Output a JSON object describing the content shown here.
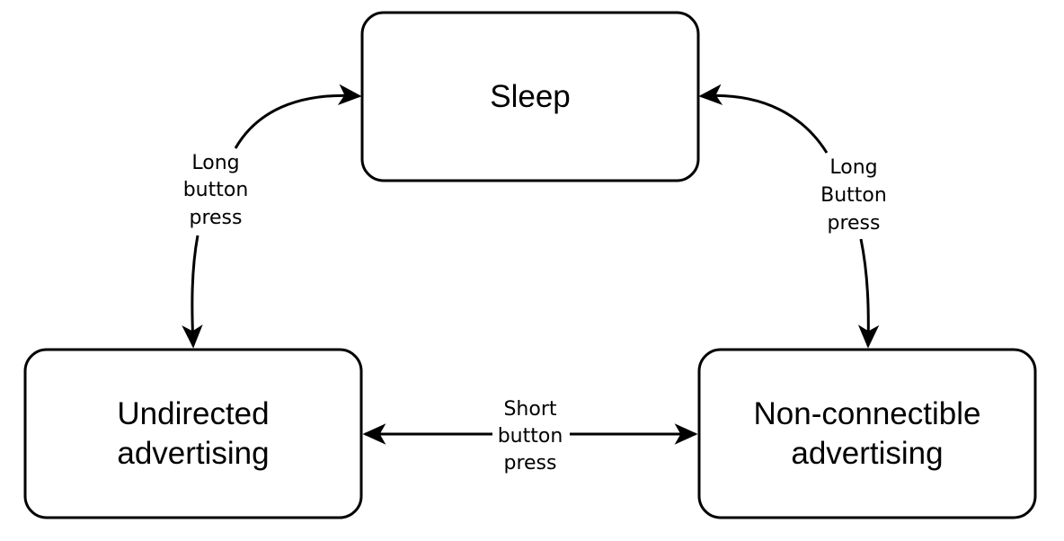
{
  "states": {
    "sleep": {
      "label": "Sleep"
    },
    "undirected": {
      "line1": "Undirected",
      "line2": "advertising"
    },
    "nonconnectible": {
      "line1": "Non-connectible",
      "line2": "advertising"
    }
  },
  "transitions": {
    "sleep_undirected": {
      "line1": "Long",
      "line2": "button",
      "line3": "press"
    },
    "sleep_nonconnectible": {
      "line1": "Long",
      "line2": "Button",
      "line3": "press"
    },
    "undirected_nonconnectible": {
      "line1": "Short",
      "line2": "button",
      "line3": "press"
    }
  }
}
